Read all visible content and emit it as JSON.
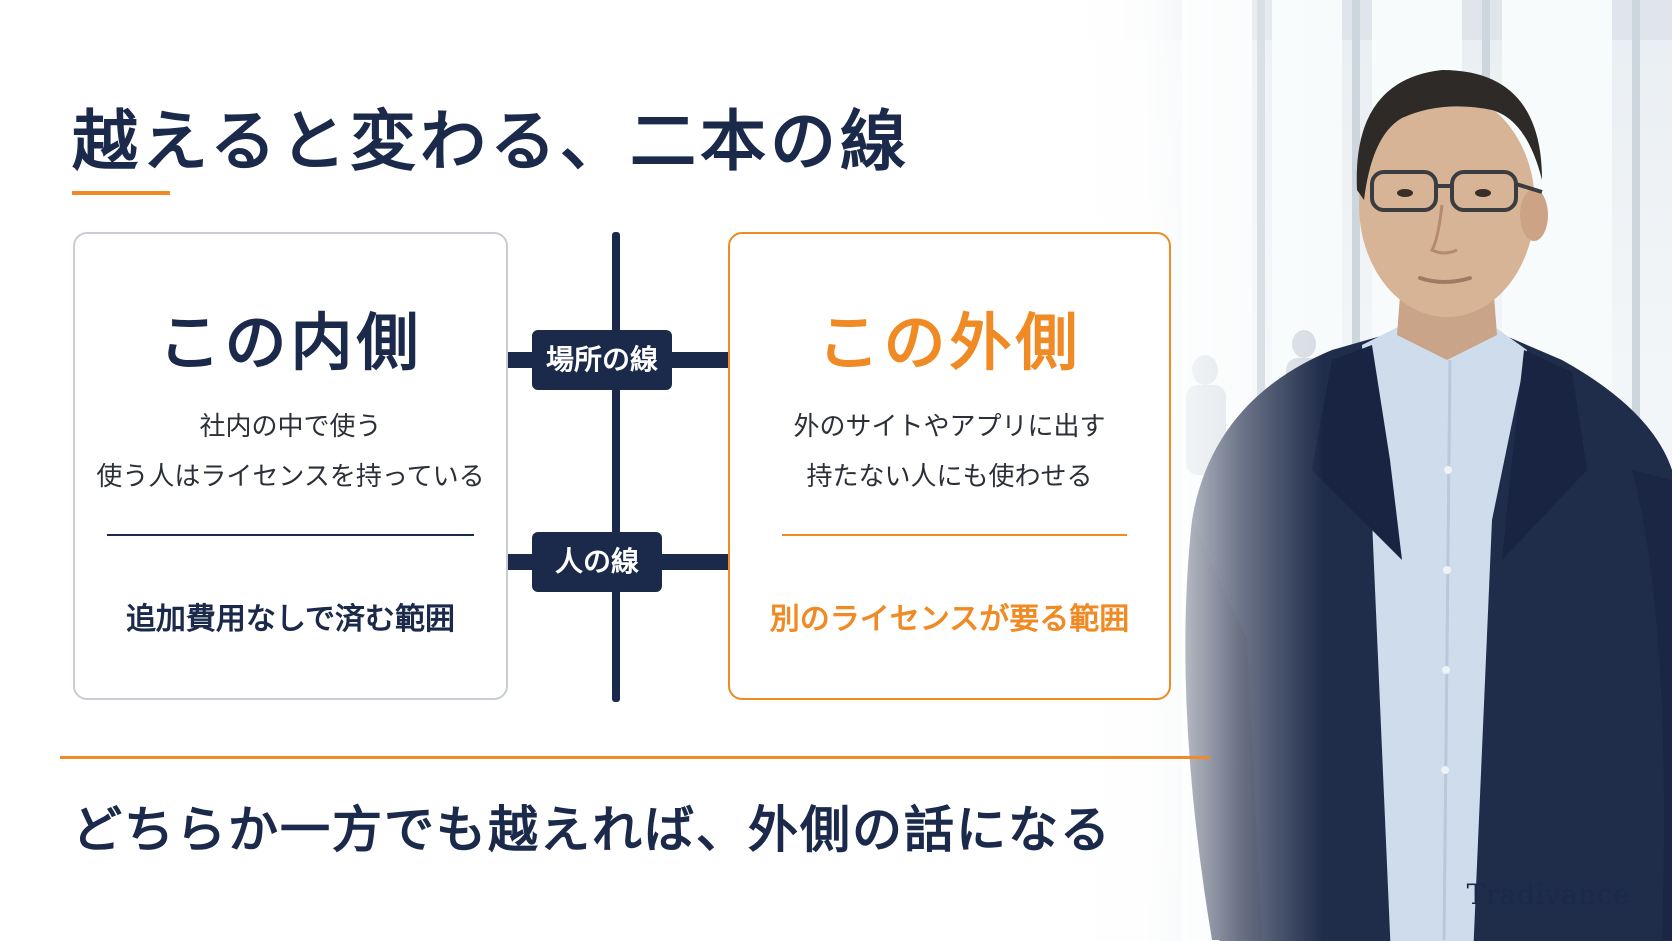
{
  "title": "越えると変わる、二本の線",
  "inside": {
    "heading": "この内側",
    "lines": [
      "社内の中で使う",
      "使う人はライセンスを持っている"
    ],
    "footer": "追加費用なしで済む範囲"
  },
  "outside": {
    "heading": "この外側",
    "lines": [
      "外のサイトやアプリに出す",
      "持たない人にも使わせる"
    ],
    "footer": "別のライセンスが要る範囲"
  },
  "lines": {
    "place": "場所の線",
    "person": "人の線"
  },
  "message": "どちらか一方でも越えれば、外側の話になる",
  "brand": "Tradivance",
  "colors": {
    "navy": "#1b2a4a",
    "accent": "#f08a24",
    "border_gray": "#c7ccd6"
  }
}
